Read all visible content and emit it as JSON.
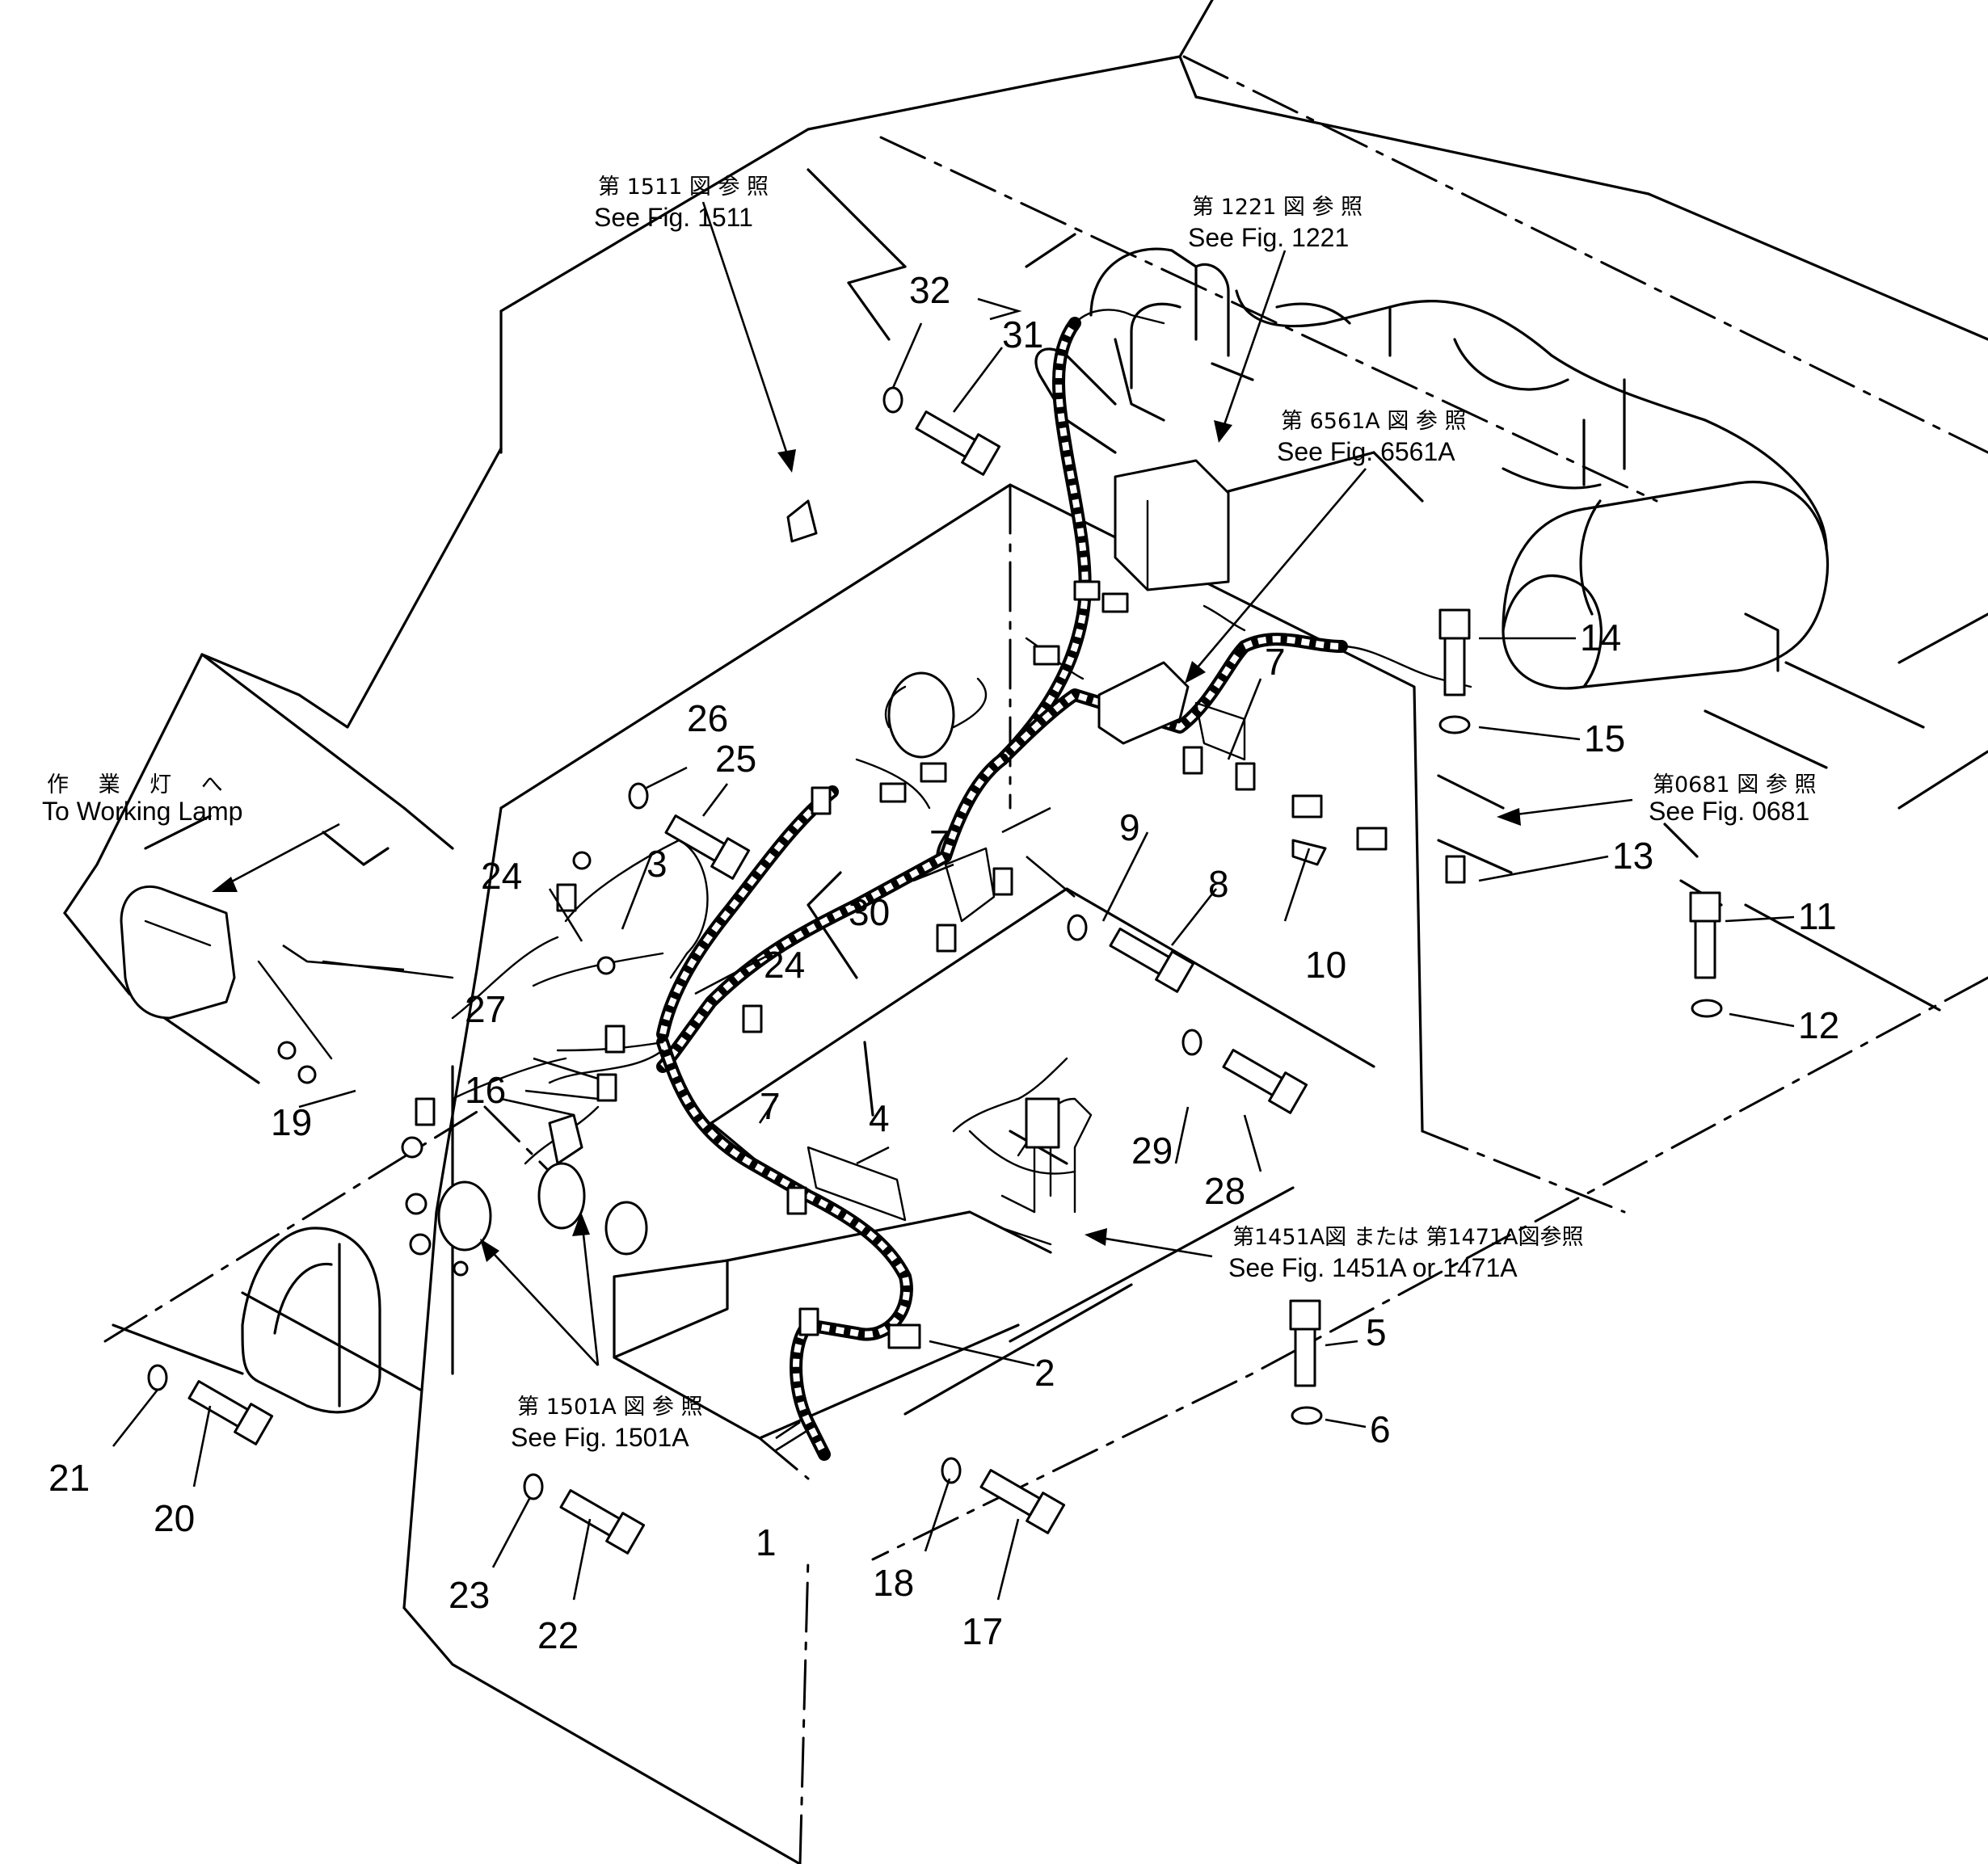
{
  "callouts": [
    {
      "id": "c1",
      "label": "1"
    },
    {
      "id": "c2",
      "label": "2"
    },
    {
      "id": "c3",
      "label": "3"
    },
    {
      "id": "c4",
      "label": "4"
    },
    {
      "id": "c5",
      "label": "5"
    },
    {
      "id": "c6",
      "label": "6"
    },
    {
      "id": "c7a",
      "label": "7"
    },
    {
      "id": "c7b",
      "label": "7"
    },
    {
      "id": "c7c",
      "label": "7"
    },
    {
      "id": "c8",
      "label": "8"
    },
    {
      "id": "c9",
      "label": "9"
    },
    {
      "id": "c10",
      "label": "10"
    },
    {
      "id": "c11",
      "label": "11"
    },
    {
      "id": "c12",
      "label": "12"
    },
    {
      "id": "c13",
      "label": "13"
    },
    {
      "id": "c14",
      "label": "14"
    },
    {
      "id": "c15",
      "label": "15"
    },
    {
      "id": "c16",
      "label": "16"
    },
    {
      "id": "c17",
      "label": "17"
    },
    {
      "id": "c18",
      "label": "18"
    },
    {
      "id": "c19",
      "label": "19"
    },
    {
      "id": "c20",
      "label": "20"
    },
    {
      "id": "c21",
      "label": "21"
    },
    {
      "id": "c22",
      "label": "22"
    },
    {
      "id": "c23",
      "label": "23"
    },
    {
      "id": "c24a",
      "label": "24"
    },
    {
      "id": "c24b",
      "label": "24"
    },
    {
      "id": "c25",
      "label": "25"
    },
    {
      "id": "c26",
      "label": "26"
    },
    {
      "id": "c27",
      "label": "27"
    },
    {
      "id": "c28",
      "label": "28"
    },
    {
      "id": "c29",
      "label": "29"
    },
    {
      "id": "c30",
      "label": "30"
    },
    {
      "id": "c31",
      "label": "31"
    },
    {
      "id": "c32",
      "label": "32"
    }
  ],
  "references": {
    "fig1511": {
      "jp": "第 1511 図 参 照",
      "en": "See Fig. 1511"
    },
    "fig1221": {
      "jp": "第 1221 図 参 照",
      "en": "See Fig. 1221"
    },
    "fig6561a": {
      "jp": "第 6561A 図 参 照",
      "en": "See Fig. 6561A"
    },
    "fig0681": {
      "jp": "第0681 図 参 照",
      "en": "See Fig. 0681"
    },
    "fig1451a": {
      "jp": "第1451A図 または 第1471A図参照",
      "en": "See Fig. 1451A or 1471A"
    },
    "fig1501a": {
      "jp": "第 1501A 図 参 照",
      "en": "See Fig. 1501A"
    },
    "working_lamp": {
      "jp": "作 業 灯 へ",
      "en": "To Working Lamp"
    }
  }
}
